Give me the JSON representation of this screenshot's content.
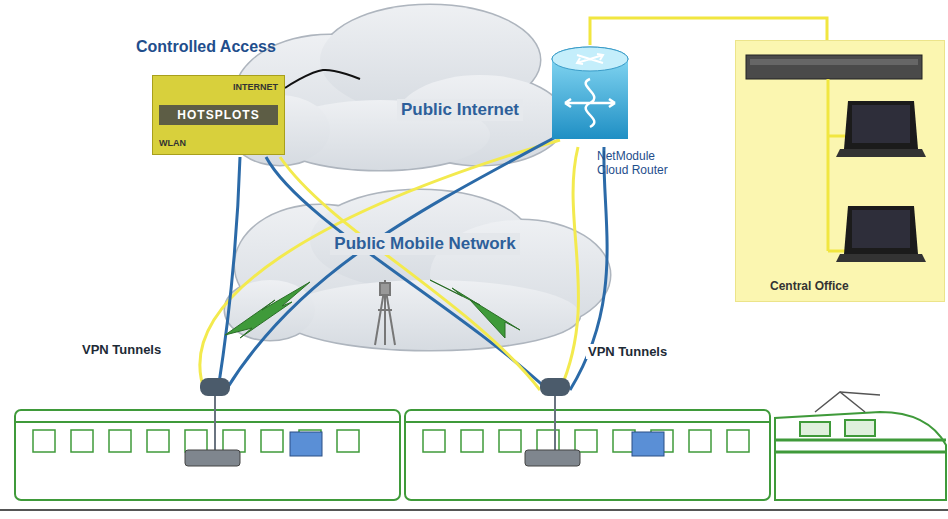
{
  "diagram": {
    "nodes": [
      {
        "text": [
          "Controlled Access",
          "INTERNET",
          "HOTSPLOTS",
          "WLAN"
        ]
      },
      {
        "text": [
          "Public Internet"
        ]
      },
      {
        "text": [
          "NetModule Cloud Router"
        ]
      },
      {
        "text": [
          "Public Mobile Network"
        ]
      },
      {
        "text": [
          "Central Office"
        ]
      }
    ],
    "edges": [
      {
        "from": 0,
        "to": 1,
        "arrow": "none"
      },
      {
        "from": 2,
        "to": 4,
        "arrow": "none"
      }
    ],
    "labels": [
      "VPN Tunnels",
      "VPN Tunnels"
    ]
  }
}
